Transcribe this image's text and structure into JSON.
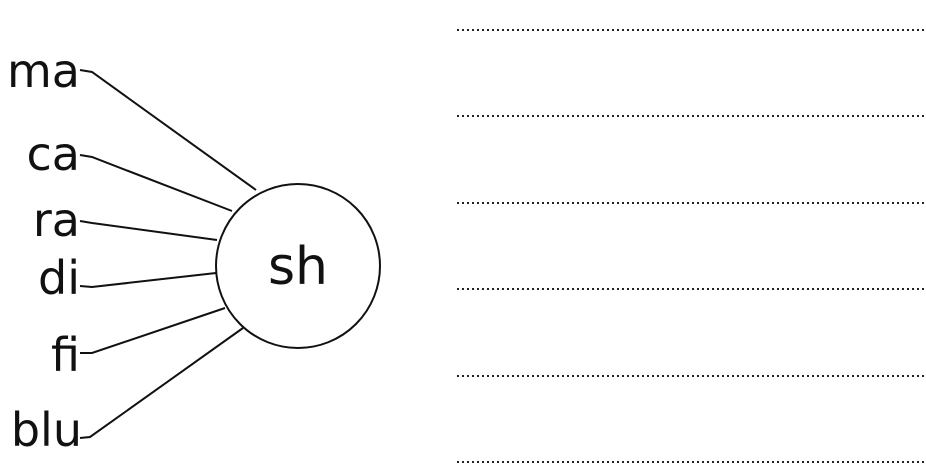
{
  "word_starts": [
    "ma",
    "ca",
    "ra",
    "di",
    "fi",
    "blu"
  ],
  "center_digraph": "sh",
  "answer_line_count": 6
}
